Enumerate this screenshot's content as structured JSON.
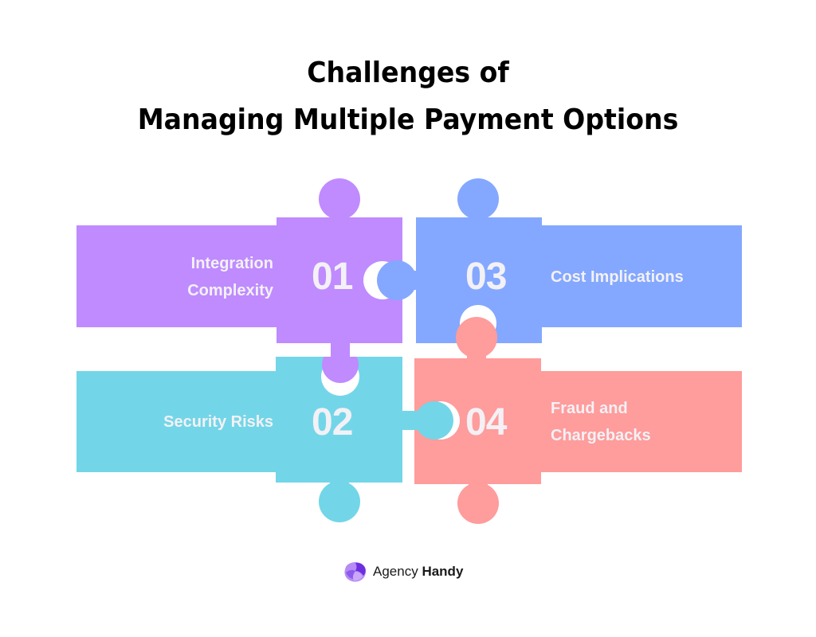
{
  "title": {
    "line1": "Challenges of",
    "line2": "Managing Multiple Payment Options"
  },
  "colors": {
    "piece_01": "#BF8BFF",
    "piece_02": "#72D6E8",
    "piece_03": "#84A8FF",
    "piece_04": "#FF9C9C",
    "text_light": "#F3F1F5",
    "title": "#000000",
    "background": "#FFFFFF"
  },
  "pieces": [
    {
      "number": "01",
      "label_line1": "Integration",
      "label_line2": "Complexity"
    },
    {
      "number": "02",
      "label_line1": "Security Risks",
      "label_line2": ""
    },
    {
      "number": "03",
      "label_line1": "Cost Implications",
      "label_line2": ""
    },
    {
      "number": "04",
      "label_line1": "Fraud and",
      "label_line2": "Chargebacks"
    }
  ],
  "brand": {
    "logo_icon": "agency-handy-logo-icon",
    "name_regular": "Agency",
    "name_bold": "Handy"
  }
}
